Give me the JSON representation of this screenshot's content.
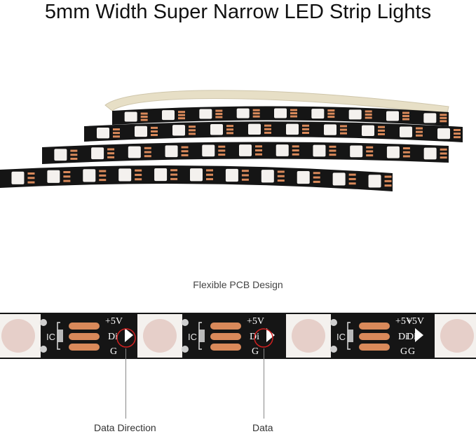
{
  "title": "5mm Width Super Narrow LED Strip Lights",
  "subtitle": "Flexible PCB Design",
  "pcb_markings": {
    "plus5v": "+5V",
    "di": "Di",
    "g": "G",
    "ic": "IC"
  },
  "callouts": {
    "data_direction": "Data Direction",
    "data": "Data"
  },
  "colors": {
    "pcb": "#151515",
    "pad": "#d9895a",
    "led_housing": "#f4f1ee",
    "led_lens": "#e6cfc9",
    "backing": "#e7dfc6",
    "highlight_circle": "#d12020"
  }
}
